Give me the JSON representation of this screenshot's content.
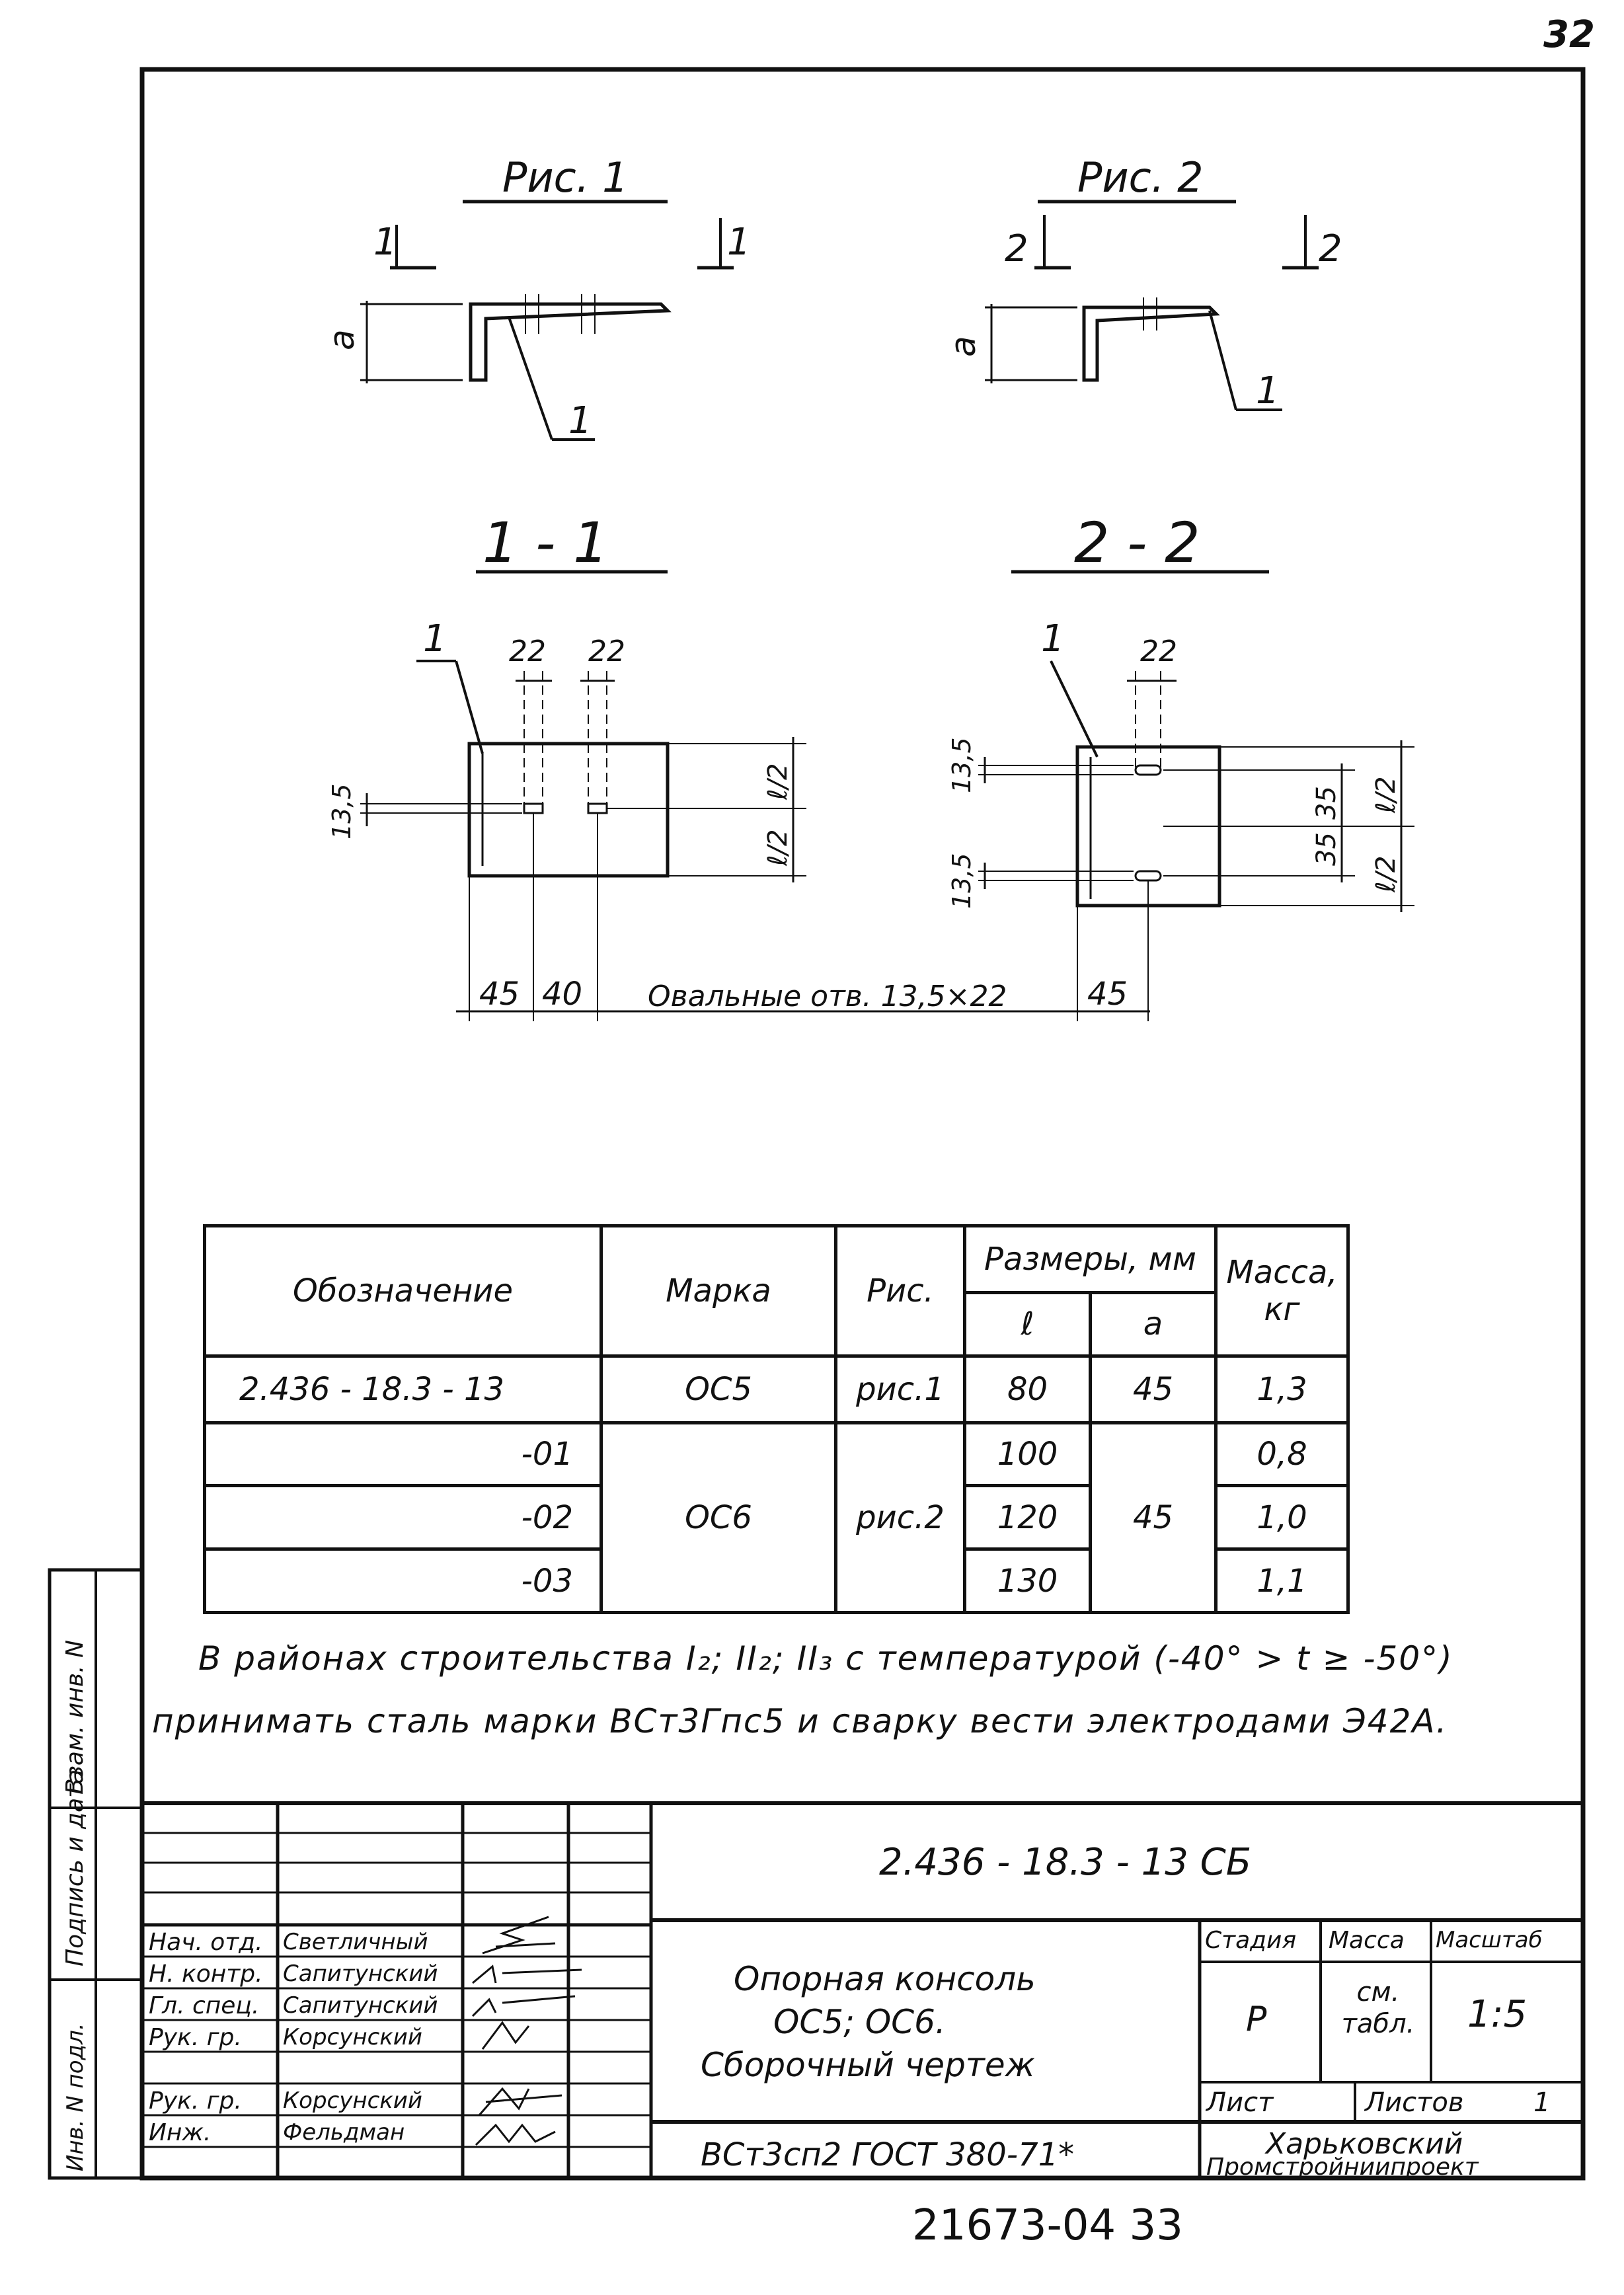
{
  "page_number": "32",
  "figures": {
    "fig1_title": "Рис. 1",
    "fig2_title": "Рис. 2",
    "section1_title": "1 - 1",
    "section2_title": "2 - 2",
    "cut1_left": "1",
    "cut1_right": "1",
    "cut2_left": "2",
    "cut2_right": "2",
    "dim_a": "a",
    "callout": "1",
    "dim_22": "22",
    "dim_13_5": "13,5",
    "dim_l2": "ℓ/2",
    "dim_35": "35",
    "dim_45": "45",
    "dim_40": "40",
    "holes_note": "Овальные отв. 13,5×22"
  },
  "table": {
    "headers": {
      "designation": "Обозначение",
      "mark": "Марка",
      "fig": "Рис.",
      "sizes": "Размеры, мм",
      "size_l": "ℓ",
      "size_a": "a",
      "mass": "Масса, кг"
    },
    "rows": [
      {
        "designation": "2.436 - 18.3 - 13",
        "mark": "ОС5",
        "fig": "рис.1",
        "l": "80",
        "a": "45",
        "mass": "1,3"
      },
      {
        "designation": "-01",
        "l": "100",
        "mass": "0,8"
      },
      {
        "designation": "-02",
        "mark": "ОС6",
        "fig": "рис.2",
        "l": "120",
        "a": "45",
        "mass": "1,0"
      },
      {
        "designation": "-03",
        "l": "130",
        "mass": "1,1"
      }
    ]
  },
  "notes": {
    "line1": "В районах строительства I₂; II₂; II₃ с температурой (-40° > t ≥ -50°)",
    "line2": "принимать сталь марки ВСт3Гпс5 и сварку вести электродами Э42А."
  },
  "side_stamp": {
    "inv_podl": "Инв. N подл.",
    "sign_date": "Подпись и дата",
    "vzam_inv": "Взам. инв. N"
  },
  "title_block": {
    "doc_code": "2.436 - 18.3 - 13 СБ",
    "roles": [
      {
        "role": "Нач. отд.",
        "name": "Светличный"
      },
      {
        "role": "Н. контр.",
        "name": "Сапитунский"
      },
      {
        "role": "Гл. спец.",
        "name": "Сапитунский"
      },
      {
        "role": "Рук. гр.",
        "name": "Корсунский"
      },
      {
        "role": "Рук. гр.",
        "name": "Корсунский"
      },
      {
        "role": "Инж.",
        "name": "Фельдман"
      }
    ],
    "title_line1": "Опорная консоль",
    "title_line2": "ОС5; ОС6.",
    "title_line3": "Сборочный чертеж",
    "stage_label": "Стадия",
    "mass_label": "Масса",
    "scale_label": "Масштаб",
    "stage_value": "Р",
    "mass_value": "см. табл.",
    "scale_value": "1:5",
    "sheet_label": "Лист",
    "sheets_label": "Листов",
    "sheets_value": "1",
    "material": "ВСт3сп2 ГОСТ 380-71*",
    "org_line1": "Харьковский",
    "org_line2": "Промстройниипроект"
  },
  "footer_code": "21673-04 33"
}
